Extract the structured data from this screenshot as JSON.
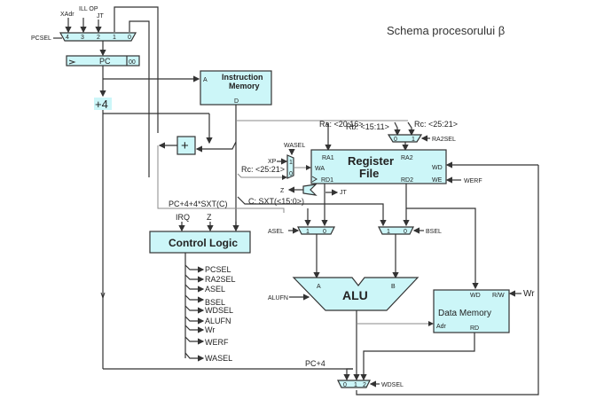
{
  "title": "Schema procesorului β",
  "pcsel_mux": {
    "label": "PCSEL",
    "inputs": [
      "4",
      "3",
      "2",
      "1",
      "0"
    ],
    "input_labels": [
      "XAdr",
      "ILL OP",
      "JT"
    ]
  },
  "pc": {
    "label": "PC",
    "suffix": "00"
  },
  "plus4": "+4",
  "adder": "+",
  "instruction_memory": {
    "line1": "Instruction",
    "line2": "Memory",
    "port_a": "A",
    "port_d": "D"
  },
  "fields": {
    "ra": "Ra: <20:16>",
    "rb": "Rb: <15:11>",
    "rc_top": "Rc: <25:21>",
    "rc_left": "Rc: <25:21>",
    "sxt": "C: SXT(<15:0>)"
  },
  "ra2sel_mux": {
    "label": "RA2SEL",
    "inputs": [
      "0",
      "1"
    ]
  },
  "wasel_mux": {
    "label": "WASEL",
    "inputs": [
      "1",
      "0"
    ],
    "xp": "XP"
  },
  "register_file": {
    "line1": "Register",
    "line2": "File",
    "ports": {
      "ra1": "RA1",
      "ra2": "RA2",
      "wa": "WA",
      "rd1": "RD1",
      "rd2": "RD2",
      "wd": "WD",
      "we": "WE"
    },
    "werf": "WERF"
  },
  "z_label": "Z",
  "jt_label": "JT",
  "branch_label": "PC+4+4*SXT(C)",
  "control_logic": {
    "label": "Control Logic",
    "inputs": [
      "IRQ",
      "Z"
    ],
    "outputs": [
      "PCSEL",
      "RA2SEL",
      "ASEL",
      "BSEL",
      "WDSEL",
      "ALUFN",
      "Wr",
      "WERF",
      "WASEL"
    ]
  },
  "asel_mux": {
    "label": "ASEL",
    "inputs": [
      "1",
      "0"
    ]
  },
  "bsel_mux": {
    "label": "BSEL",
    "inputs": [
      "1",
      "0"
    ]
  },
  "alu": {
    "label": "ALU",
    "port_a": "A",
    "port_b": "B",
    "alufn": "ALUFN"
  },
  "data_memory": {
    "label": "Data Memory",
    "wd": "WD",
    "rw": "R/W",
    "adr": "Adr",
    "rd": "RD",
    "wr": "Wr"
  },
  "wdsel_mux": {
    "label": "WDSEL",
    "inputs": [
      "0",
      "1",
      "2"
    ],
    "pc4": "PC+4"
  }
}
